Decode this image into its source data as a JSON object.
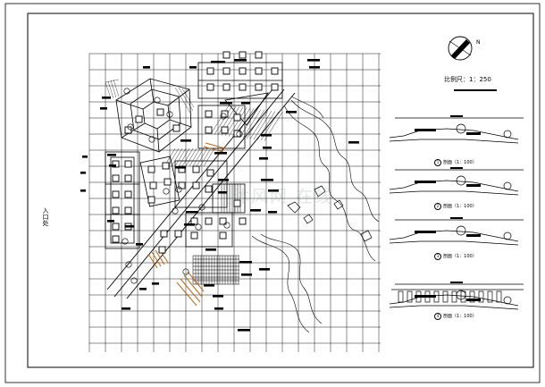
{
  "drawing": {
    "north_label": "N",
    "scale_label": "比例尺：1：250",
    "entrance_label": "入口处",
    "watermark": "沐风网 在线"
  },
  "sections": [
    {
      "num": "1",
      "caption": "剖面（1：100）"
    },
    {
      "num": "2",
      "caption": "剖面（1：100）"
    },
    {
      "num": "3",
      "caption": "剖面（1：100）"
    },
    {
      "num": "4",
      "caption": "剖面（1：100）"
    }
  ]
}
